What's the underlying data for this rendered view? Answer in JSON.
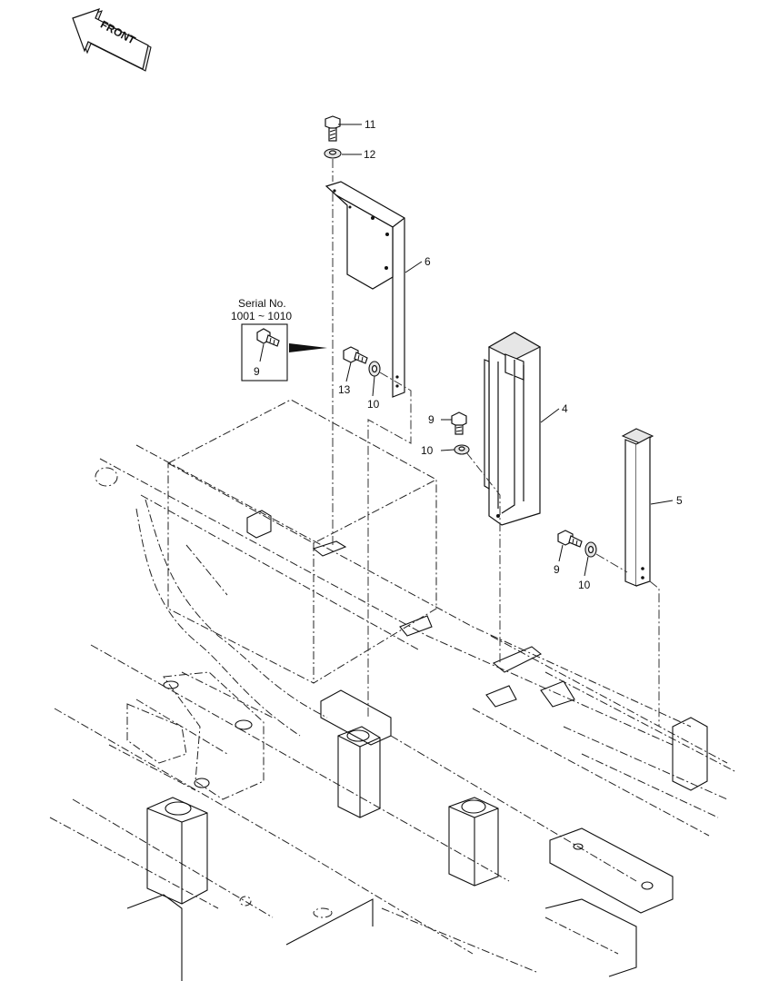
{
  "front_arrow": {
    "text": "FRONT",
    "icon": "front-direction-arrow-icon"
  },
  "serial_note": {
    "line1": "Serial No.",
    "line2": "1001 ~ 1010",
    "callout": "9"
  },
  "callouts": {
    "c11": "11",
    "c12": "12",
    "c6": "6",
    "c13": "13",
    "c10a": "10",
    "c4": "4",
    "c9a": "9",
    "c10b": "10",
    "c5": "5",
    "c9b": "9",
    "c10c": "10"
  }
}
